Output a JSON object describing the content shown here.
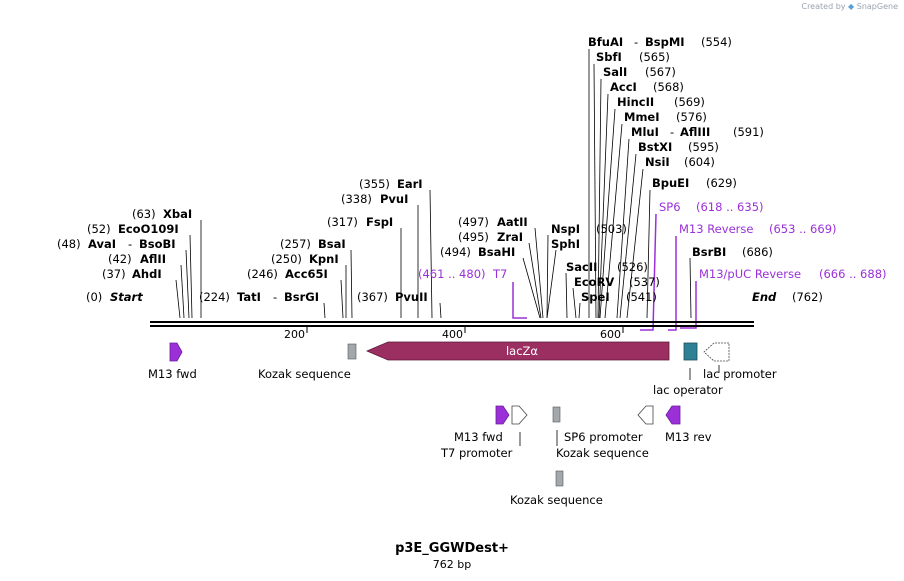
{
  "credit": {
    "prefix": "Created by",
    "brand": "SnapGene"
  },
  "title": "p3E_GGWDest+",
  "length_label": "762 bp",
  "enzymes": {
    "bfuai": "BfuAI",
    "bspmi": "BspMI",
    "bfuai_pos": "(554)",
    "sbfi": "SbfI",
    "sbfi_pos": "(565)",
    "sali": "SalI",
    "sali_pos": "(567)",
    "acci": "AccI",
    "acci_pos": "(568)",
    "hincii": "HincII",
    "hincii_pos": "(569)",
    "mmei": "MmeI",
    "mmei_pos": "(576)",
    "mlui": "MluI",
    "afliii": "AflIII",
    "mlui_pos": "(591)",
    "bstxi": "BstXI",
    "bstxi_pos": "(595)",
    "nsii": "NsiI",
    "nsii_pos": "(604)",
    "bpuei": "BpuEI",
    "bpuei_pos": "(629)",
    "bsrbi": "BsrBI",
    "bsrbi_pos": "(686)",
    "eari": "EarI",
    "eari_pos": "(355)",
    "pvui": "PvuI",
    "pvui_pos": "(338)",
    "fspi": "FspI",
    "fspi_pos": "(317)",
    "bsai": "BsaI",
    "bsai_pos": "(257)",
    "kpni": "KpnI",
    "kpni_pos": "(250)",
    "acc65i": "Acc65I",
    "acc65i_pos": "(246)",
    "tati": "TatI",
    "bsrgi": "BsrGI",
    "tati_pos": "(224)",
    "pvuii": "PvuII",
    "pvuii_pos": "(367)",
    "xbai": "XbaI",
    "xbai_pos": "(63)",
    "ecoo109i": "EcoO109I",
    "ecoo109i_pos": "(52)",
    "avai": "AvaI",
    "bsobi": "BsoBI",
    "avai_pos": "(48)",
    "aflii": "AflII",
    "aflii_pos": "(42)",
    "ahdi": "AhdI",
    "ahdi_pos": "(37)",
    "aatii": "AatII",
    "aatii_pos": "(497)",
    "zrai": "ZraI",
    "zrai_pos": "(495)",
    "bsahi": "BsaHI",
    "bsahi_pos": "(494)",
    "nspi": "NspI",
    "nspi_pos": "(503)",
    "sphi": "SphI",
    "sacii": "SacII",
    "sacii_pos": "(526)",
    "ecorv": "EcoRV",
    "ecorv_pos": "(537)",
    "spei": "SpeI",
    "spei_pos": "(541)",
    "start": "Start",
    "start_pos": "(0)",
    "end": "End",
    "end_pos": "(762)"
  },
  "primers": {
    "sp6": "SP6",
    "sp6_range": "(618 .. 635)",
    "m13rev": "M13 Reverse",
    "m13rev_range": "(653 .. 669)",
    "m13puc": "M13/pUC Reverse",
    "m13puc_range": "(666 .. 688)",
    "t7": "T7",
    "t7_range": "(461 .. 480)"
  },
  "ticks": {
    "t200": "200",
    "t400": "400",
    "t600": "600"
  },
  "features": {
    "lacza": "lacZα",
    "m13fwd_1": "M13 fwd",
    "kozak_1": "Kozak sequence",
    "lac_operator": "lac operator",
    "lac_promoter": "lac promoter",
    "m13fwd_2": "M13 fwd",
    "t7_promoter": "T7 promoter",
    "sp6_promoter": "SP6 promoter",
    "kozak_2": "Kozak sequence",
    "m13rev": "M13 rev",
    "kozak_3": "Kozak sequence"
  },
  "colors": {
    "lacza": "#9c2f62",
    "m13": "#9b30d9",
    "operator": "#2e8095",
    "kozak": "#a3a8ad",
    "primer": "#9b30d9"
  }
}
